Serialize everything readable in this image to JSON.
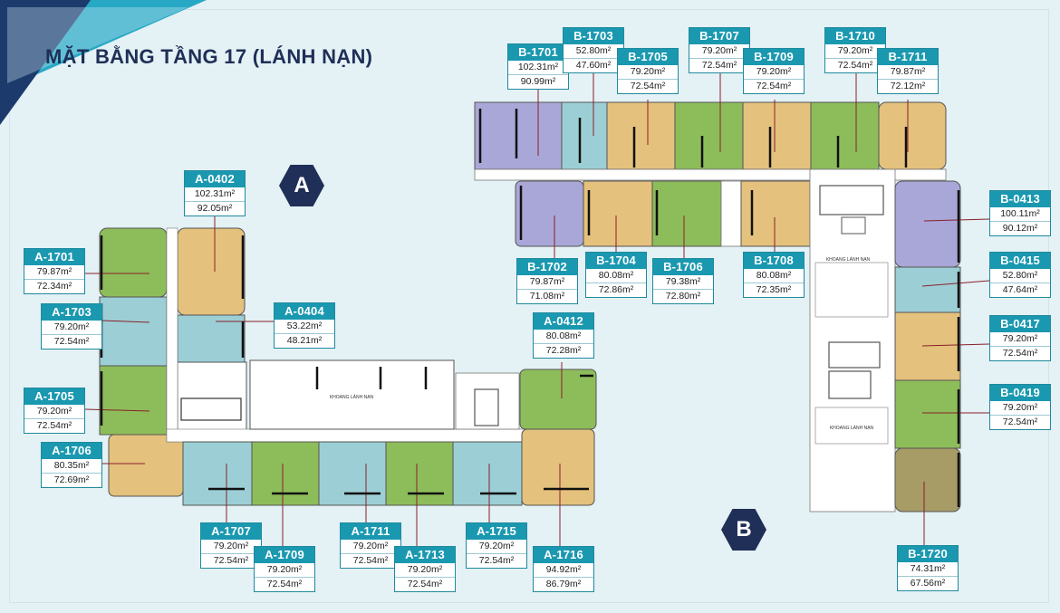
{
  "title": "MẶT BẰNG TẦNG 17 (LÁNH NẠN)",
  "blocks": {
    "a": "A",
    "b": "B"
  },
  "plan_text": {
    "a_hall": "KHOANG LÁNH NẠN",
    "b_hall_1": "KHOANG LÁNH NẠN",
    "b_hall_2": "KHOANG LÁNH NẠN"
  },
  "colors": {
    "green": "#8dbd5a",
    "blue": "#9ccfd5",
    "tan": "#e4c17c",
    "purple": "#a9a7d7",
    "olive": "#a79b66",
    "label_header": "#1a98b0",
    "navy": "#1f2f57"
  },
  "units": [
    {
      "code": "B-1701",
      "a1": "102.31m²",
      "a2": "90.99m²"
    },
    {
      "code": "B-1703",
      "a1": "52.80m²",
      "a2": "47.60m²"
    },
    {
      "code": "B-1705",
      "a1": "79.20m²",
      "a2": "72.54m²"
    },
    {
      "code": "B-1707",
      "a1": "79.20m²",
      "a2": "72.54m²"
    },
    {
      "code": "B-1709",
      "a1": "79.20m²",
      "a2": "72.54m²"
    },
    {
      "code": "B-1710",
      "a1": "79.20m²",
      "a2": "72.54m²"
    },
    {
      "code": "B-1711",
      "a1": "79.87m²",
      "a2": "72.12m²"
    },
    {
      "code": "B-1702",
      "a1": "79.87m²",
      "a2": "71.08m²"
    },
    {
      "code": "B-1704",
      "a1": "80.08m²",
      "a2": "72.86m²"
    },
    {
      "code": "B-1706",
      "a1": "79.38m²",
      "a2": "72.80m²"
    },
    {
      "code": "B-1708",
      "a1": "80.08m²",
      "a2": "72.35m²"
    },
    {
      "code": "B-0413",
      "a1": "100.11m²",
      "a2": "90.12m²"
    },
    {
      "code": "B-0415",
      "a1": "52.80m²",
      "a2": "47.64m²"
    },
    {
      "code": "B-0417",
      "a1": "79.20m²",
      "a2": "72.54m²"
    },
    {
      "code": "B-0419",
      "a1": "79.20m²",
      "a2": "72.54m²"
    },
    {
      "code": "B-1720",
      "a1": "74.31m²",
      "a2": "67.56m²"
    },
    {
      "code": "A-0402",
      "a1": "102.31m²",
      "a2": "92.05m²"
    },
    {
      "code": "A-1701",
      "a1": "79.87m²",
      "a2": "72.34m²"
    },
    {
      "code": "A-1703",
      "a1": "79.20m²",
      "a2": "72.54m²"
    },
    {
      "code": "A-0404",
      "a1": "53.22m²",
      "a2": "48.21m²"
    },
    {
      "code": "A-0412",
      "a1": "80.08m²",
      "a2": "72.28m²"
    },
    {
      "code": "A-1705",
      "a1": "79.20m²",
      "a2": "72.54m²"
    },
    {
      "code": "A-1706",
      "a1": "80.35m²",
      "a2": "72.69m²"
    },
    {
      "code": "A-1707",
      "a1": "79.20m²",
      "a2": "72.54m²"
    },
    {
      "code": "A-1709",
      "a1": "79.20m²",
      "a2": "72.54m²"
    },
    {
      "code": "A-1711",
      "a1": "79.20m²",
      "a2": "72.54m²"
    },
    {
      "code": "A-1713",
      "a1": "79.20m²",
      "a2": "72.54m²"
    },
    {
      "code": "A-1715",
      "a1": "79.20m²",
      "a2": "72.54m²"
    },
    {
      "code": "A-1716",
      "a1": "94.92m²",
      "a2": "86.79m²"
    }
  ]
}
